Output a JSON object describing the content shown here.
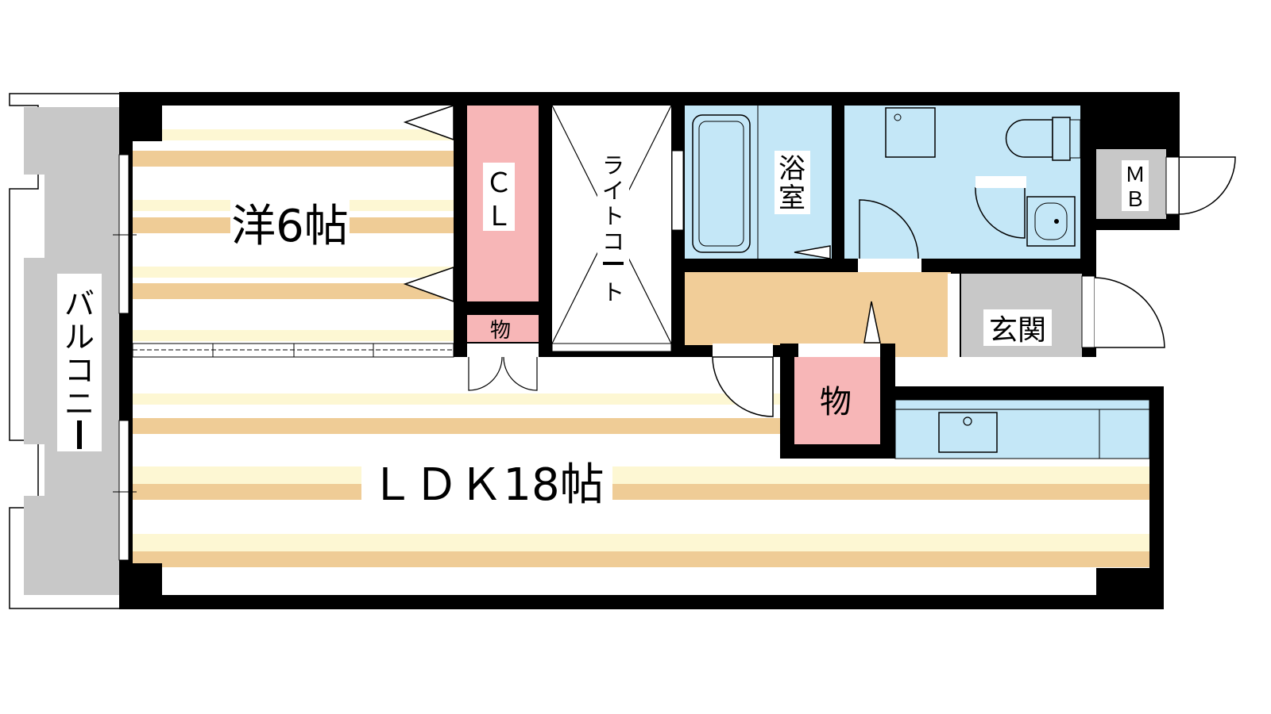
{
  "floor_plan": {
    "rooms": {
      "western_room": "洋6帖",
      "ldk": "ＬＤＫ18帖",
      "closet": [
        "Ｃ",
        "Ｌ"
      ],
      "small_storage": "物",
      "storage": "物",
      "light_court": [
        "ラ",
        "イ",
        "ト",
        "コ",
        "ー",
        "ト"
      ],
      "bathroom": [
        "浴",
        "室"
      ],
      "meter_box": [
        "Ｍ",
        "Ｂ"
      ],
      "entrance": "玄関",
      "balcony": [
        "バ",
        "ル",
        "コ",
        "ニ",
        "ー"
      ]
    },
    "colors": {
      "wall": "#000000",
      "floor_stripe_light": "#fdf7d3",
      "floor_stripe_dark": "#efcc96",
      "storage_pink": "#f7b6b7",
      "wet_area_blue": "#c4e7f7",
      "hall_wood": "#f1cd98",
      "grey": "#c8c8c8",
      "white": "#ffffff"
    }
  }
}
